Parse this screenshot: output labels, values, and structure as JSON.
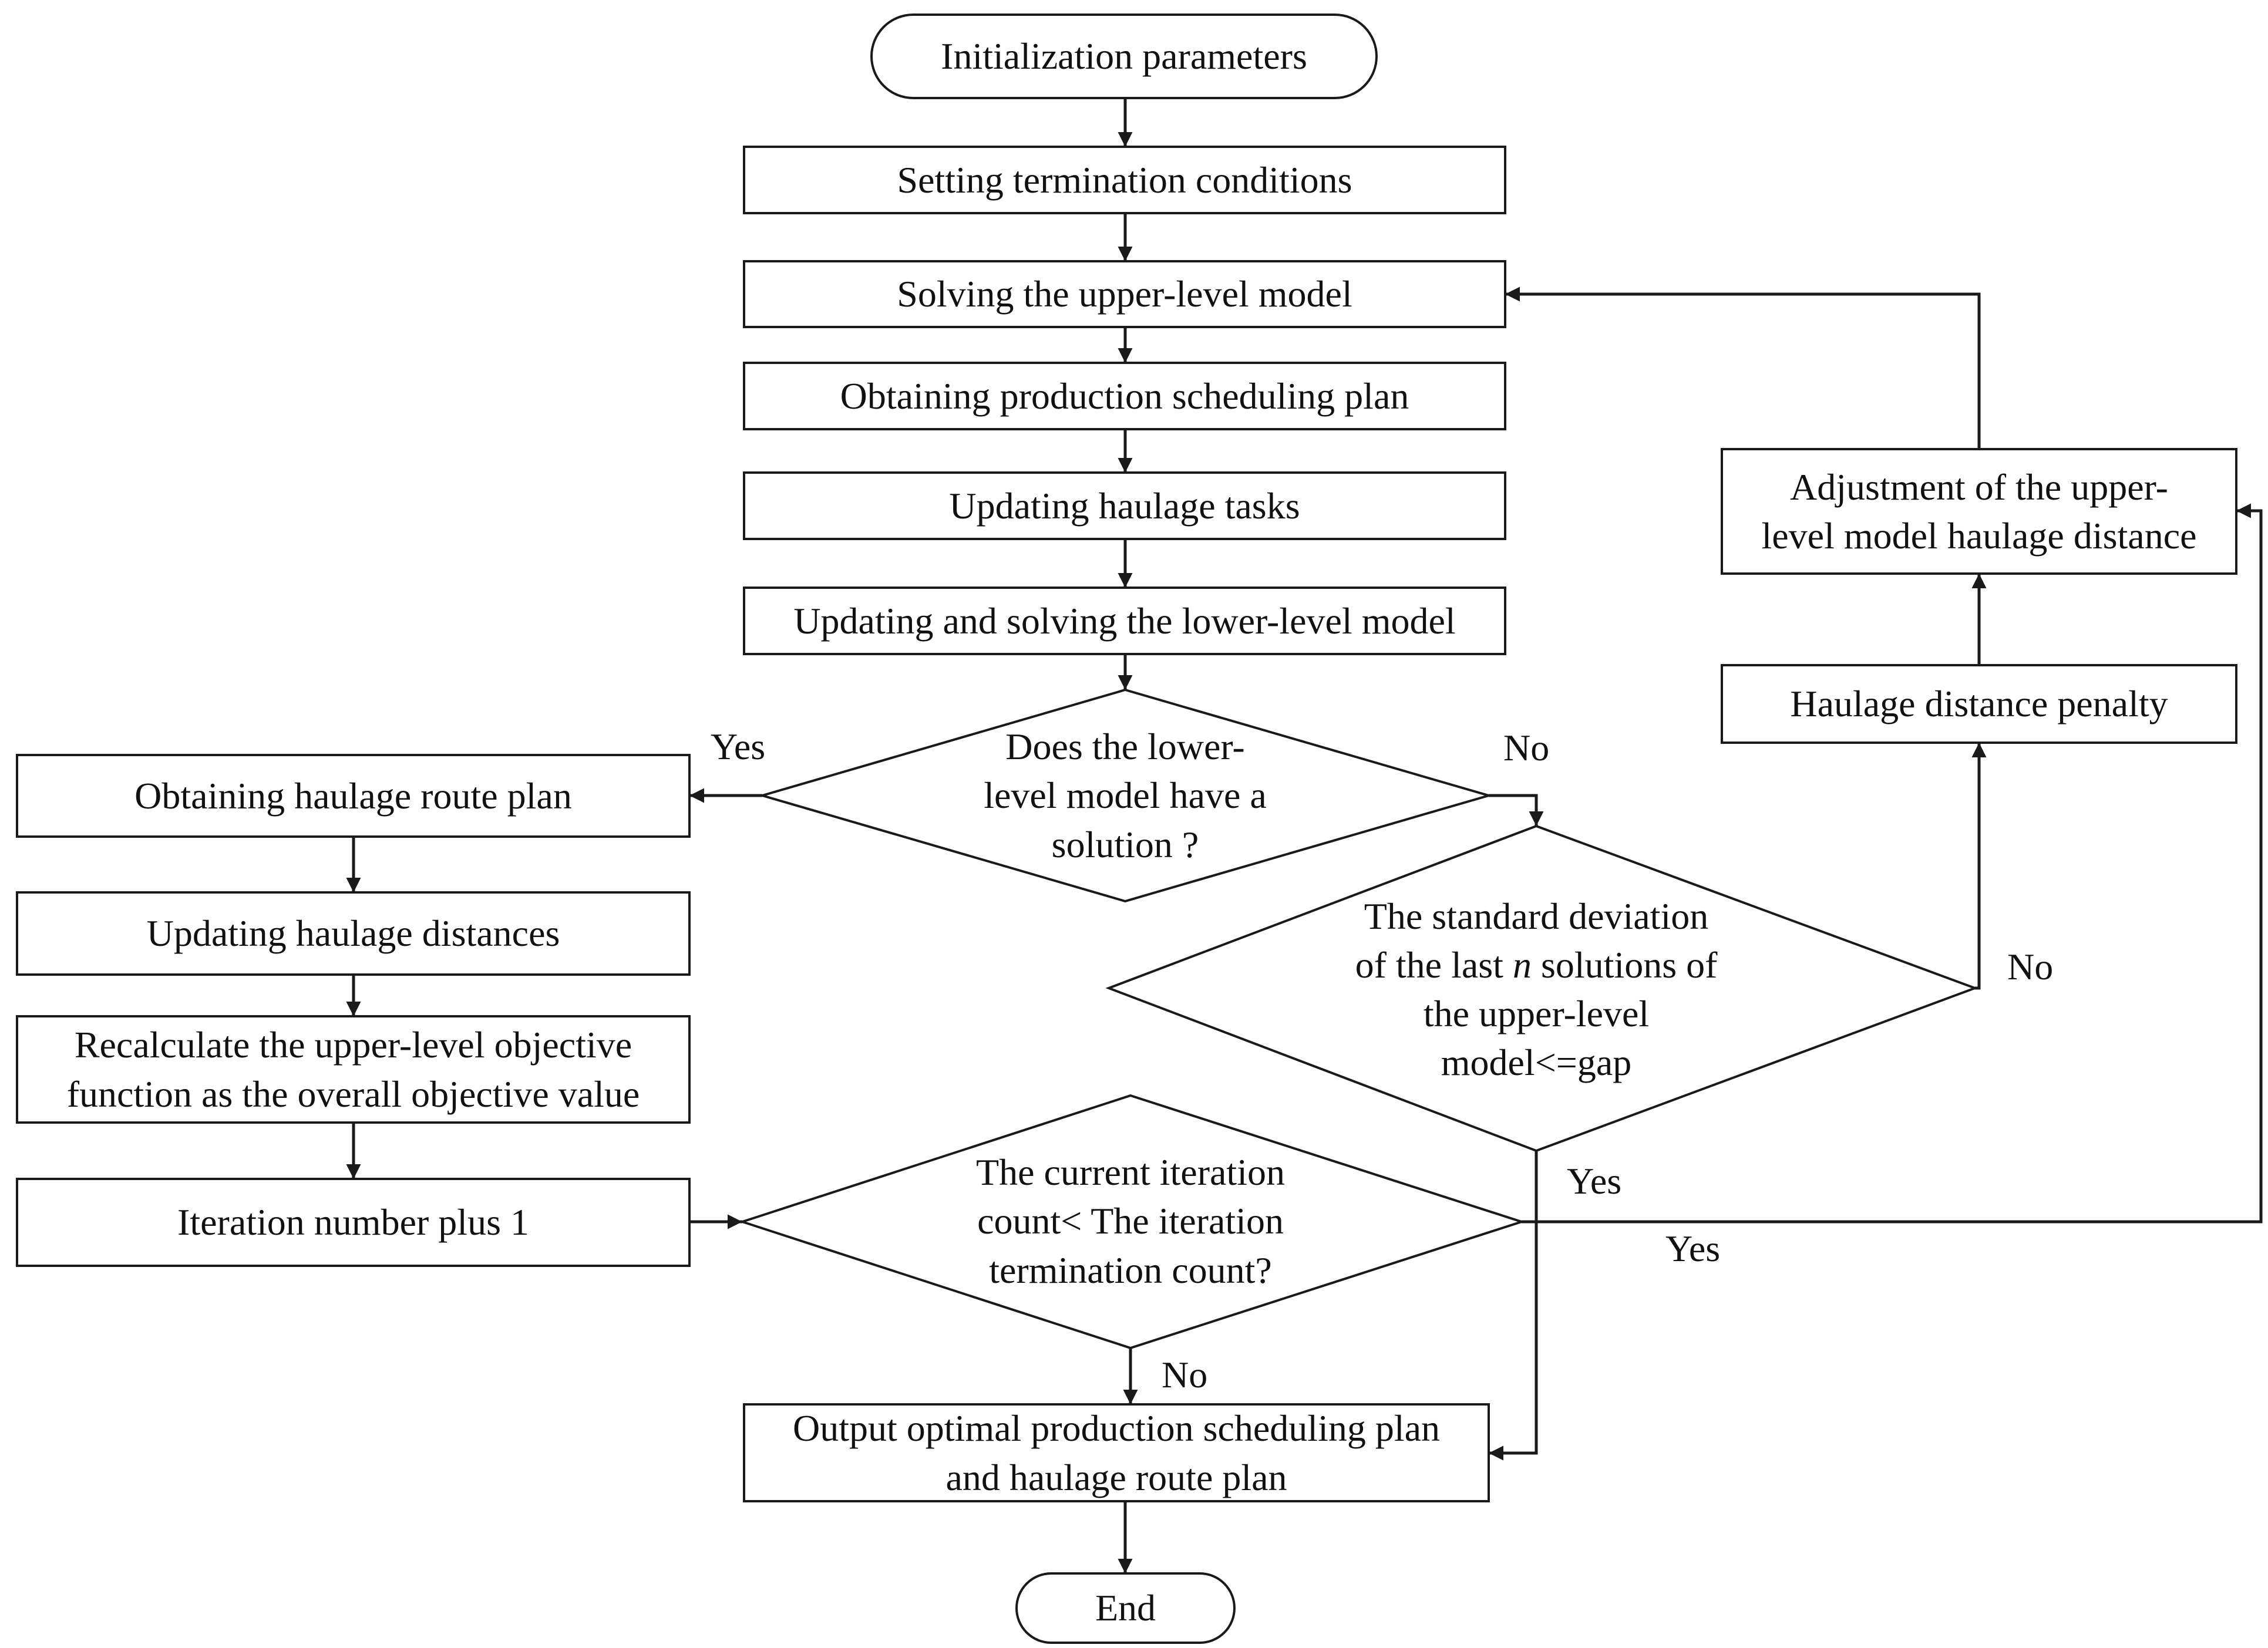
{
  "nodes": {
    "start": "Initialization parameters",
    "termination": "Setting termination conditions",
    "solve_upper": "Solving the upper-level model",
    "obtain_schedule": "Obtaining production scheduling plan",
    "update_tasks": "Updating haulage tasks",
    "solve_lower": "Updating and solving the lower-level model",
    "lower_solution_q": [
      "Does the lower-",
      "level model have a",
      "solution ?"
    ],
    "route_plan": "Obtaining haulage route plan",
    "update_distances": "Updating haulage distances",
    "recalc": [
      "Recalculate the upper-level objective",
      "function as the overall objective value"
    ],
    "iter_plus": "Iteration number plus 1",
    "std_q": [
      "The standard deviation",
      "of the last ",
      "n",
      " solutions of",
      "the upper-level",
      "model<=gap"
    ],
    "penalty": "Haulage distance penalty",
    "adjust": [
      "Adjustment of the upper-",
      "level model haulage distance"
    ],
    "iter_q": [
      "The current iteration",
      "count< The iteration",
      "termination count?"
    ],
    "output": [
      "Output optimal production scheduling plan",
      "and haulage route plan"
    ],
    "end": "End"
  },
  "edge_labels": {
    "yes_lower": "Yes",
    "no_lower": "No",
    "no_std": "No",
    "yes_std": "Yes",
    "yes_iter": "Yes",
    "no_iter": "No"
  }
}
